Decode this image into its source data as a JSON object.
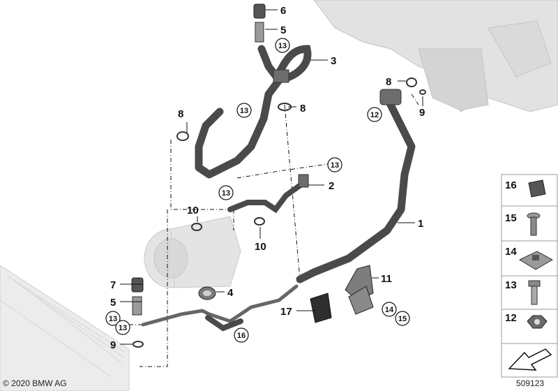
{
  "callouts": {
    "n1": "1",
    "n2": "2",
    "n3": "3",
    "n4": "4",
    "n5a": "5",
    "n5b": "5",
    "n6": "6",
    "n7": "7",
    "n8a": "8",
    "n8b": "8",
    "n8c": "8",
    "n9a": "9",
    "n9b": "9",
    "n10a": "10",
    "n10b": "10",
    "n11": "11",
    "n17": "17"
  },
  "circled": {
    "c13a": "13",
    "c13b": "13",
    "c13c": "13",
    "c13d": "13",
    "c13e": "13",
    "c13f": "13",
    "c12": "12",
    "c14": "14",
    "c15": "15",
    "c16": "16"
  },
  "legend": [
    "16",
    "15",
    "14",
    "13",
    "12"
  ],
  "footer": {
    "copyright": "© 2020 BMW AG",
    "diagram_id": "509123"
  },
  "colors": {
    "part_dark": "#4a4a4a",
    "part_mid": "#8a8a8a",
    "ghost": "#d6d6d6",
    "line": "#111111"
  }
}
